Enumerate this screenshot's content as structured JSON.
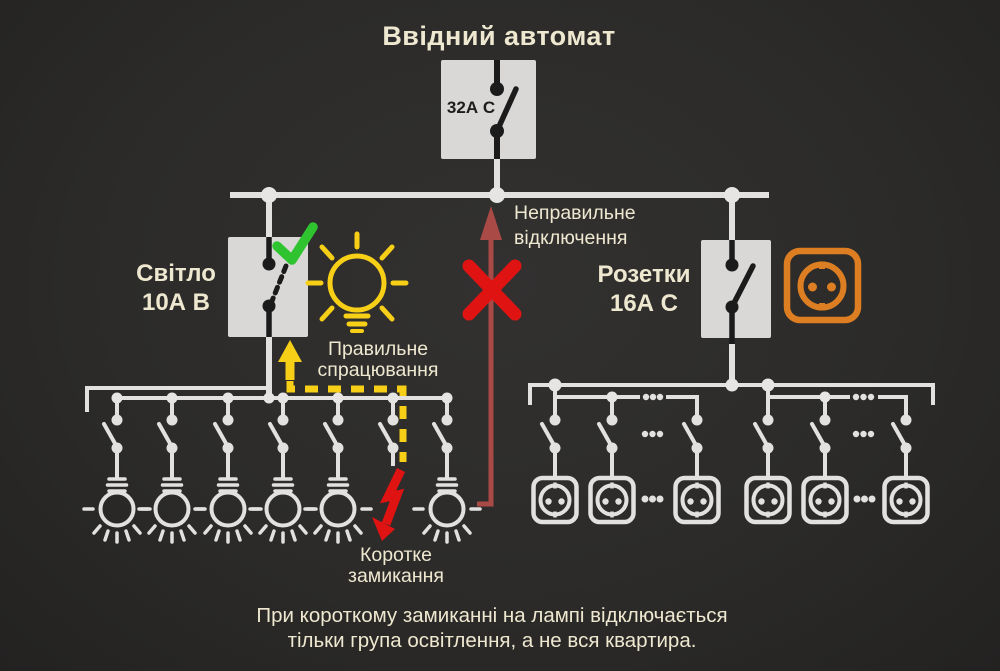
{
  "header": {
    "title": "Ввідний автомат"
  },
  "main_breaker": {
    "rating": "32А С"
  },
  "groups": {
    "lighting": {
      "line1": "Світло",
      "line2": "10А В"
    },
    "sockets": {
      "line1": "Розетки",
      "line2": "16А С"
    }
  },
  "annotations": {
    "wrong_trip": {
      "line1": "Неправильне",
      "line2": "відключення"
    },
    "correct_trip": {
      "line1": "Правильне",
      "line2": "спрацювання"
    },
    "short_circuit": {
      "line1": "Коротке",
      "line2": "замикання"
    }
  },
  "caption": {
    "line1": "При короткому замиканні на лампі відключається",
    "line2": "тільки група освітлення, а не вся квартира."
  },
  "icons": {
    "check_icon": "✓",
    "cross_icon": "✕",
    "up_arrow_icon": "▲",
    "bulb_icon": "light-bulb outline",
    "socket_icon": "schuko wall socket",
    "lightning_icon": "short-circuit bolt",
    "breaker_icon": "circuit-breaker switch"
  },
  "colors": {
    "background": "#2c2b29",
    "text": "#efe8d0",
    "yellow": "#f7cf17",
    "green": "#2fc42f",
    "orange": "#dd7e22",
    "red_bright": "#e01313",
    "red_muted": "#aa4a47",
    "wire": "#e2e1df",
    "breaker_box": "#d9d8d6"
  }
}
